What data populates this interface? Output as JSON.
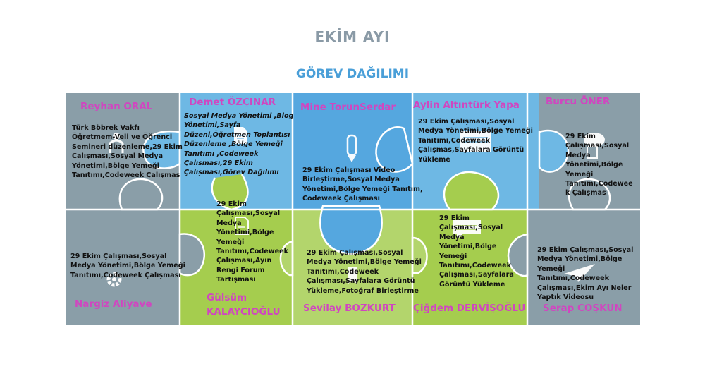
{
  "header": {
    "title": "EKİM  AYI",
    "subtitle": "GÖREV DAĞILIMI"
  },
  "colors": {
    "grey_piece": "#8a9ea8",
    "light_blue_piece": "#6eb8e4",
    "center_blue_piece": "#55a7df",
    "green_piece": "#a5cd4e",
    "light_green_piece": "#b3d56c",
    "name_color": "#d046c0",
    "title_color": "#8a9aa6",
    "subtitle_color": "#4a9fd8"
  },
  "pieces": [
    {
      "name": "Reyhan ORAL",
      "text": "Türk Böbrek Vakfı Öğretmem-Veli ve Öğrenci Semineri düzenleme,29 Ekim Çalışması,Sosyal Medya Yönetimi,Bölge Yemeği Tanıtımı,Codeweek Çalışmas",
      "icon": "people-icon"
    },
    {
      "name": "Demet ÖZÇINAR",
      "text": "Sosyal Medya Yönetimi ,Blog Yönetimi,Sayfa Düzeni,Öğretmen Toplantısı Düzenleme ,Bölge Yemeği Tanıtımı ,Codeweek Çalışması,29 Ekim Çalışması,Görev Dağılımı",
      "icon": "document-icon"
    },
    {
      "name": "Mine TorunSerdar",
      "text": "29 Ekim Çalışması Video Birleştirme,Sosyal Medya Yönetimi,Bölge Yemeği Tanıtım, Codeweek Çalışması",
      "icon": "pencil-icon"
    },
    {
      "name": "Aylin Altıntürk Yapa",
      "text": "29 Ekim Çalışması,Sosyal Medya Yönetimi,Bölge Yemeği Tanıtımı,Codeweek Çalışmas,Sayfalara Görüntü Yükleme",
      "icon": "list-icon"
    },
    {
      "name": "Burcu ÖNER",
      "text": "29 Ekim Çalışması,Sosyal Medya Yönetimi,Bölge Yemeği Tanıtımı,Codewee k Çalışmas",
      "icon": "chat-icon"
    },
    {
      "name": "Nargiz Aliyave",
      "text": "29 Ekim Çalışması,Sosyal Medya Yönetimi,Bölge Yemeği Tanıtımı,Codeweek Çalışması",
      "icon": "gear-icon"
    },
    {
      "name": "Gülsüm KALAYCIOĞLU",
      "name_line1": "Gülsüm",
      "name_line2": "KALAYCIOĞLU",
      "text": "29 Ekim Çalışması,Sosyal Medya Yönetimi,Bölge Yemeği Tanıtımı,Codeweek Çalışması,Ayın Rengi Forum Tartışması",
      "icon": "document-icon"
    },
    {
      "name": "Sevilay BOZKURT",
      "text": "29 Ekim Çalışması,Sosyal Medya Yönetimi,Bölge Yemeği Tanıtımı,Codeweek Çalışması,Sayfalara Görüntü Yükleme,Fotoğraf Birleştirme",
      "icon": "bookmark-icon"
    },
    {
      "name": "Çiğdem DERVİŞOĞLU",
      "text": "29 Ekim Çalışması,Sosyal Medya Yönetimi,Bölge Yemeği Tanıtımı,Codeweek Çalışması,Sayfalara Görüntü Yükleme",
      "icon": "message-icon"
    },
    {
      "name": "Serap COŞKUN",
      "text": "29 Ekim Çalışması,Sosyal Medya Yönetimi,Bölge Yemeği Tanıtımı,Codeweek Çalışması,Ekim Ayı Neler Yaptık Videosu",
      "icon": "paper-plane-icon"
    }
  ]
}
